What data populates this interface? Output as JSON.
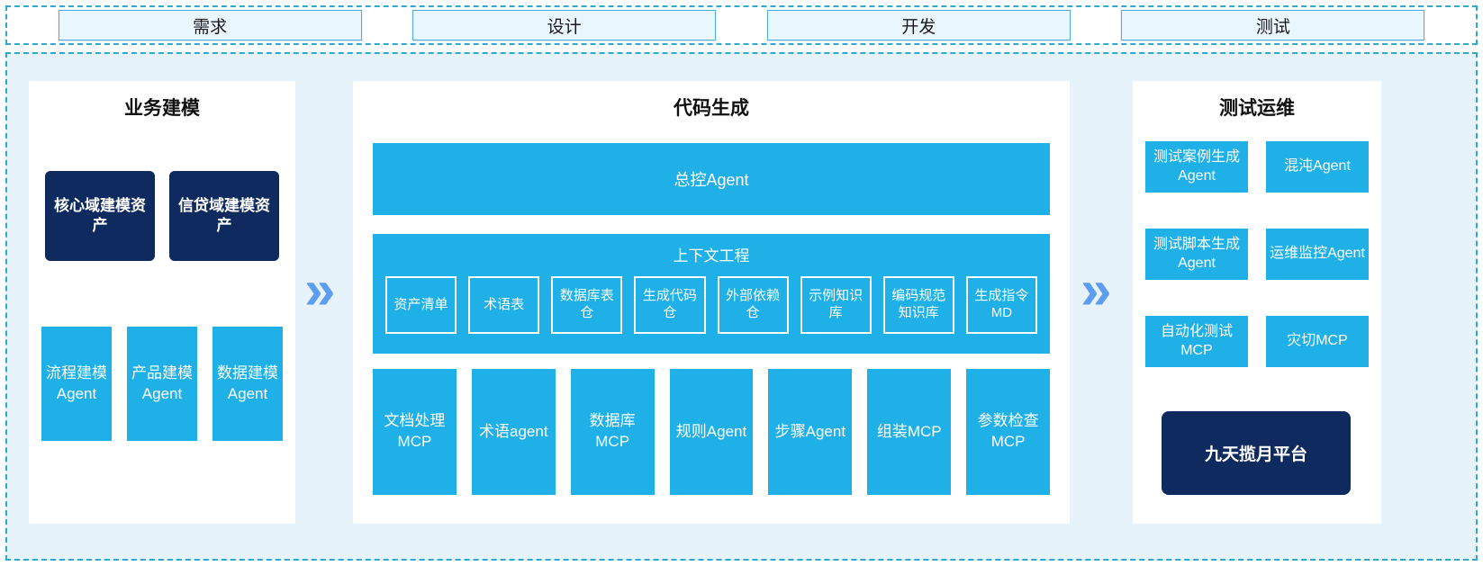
{
  "colors": {
    "cyan": "#1fb0e8",
    "navy": "#0e2a5e",
    "dash": "#2fa9ce",
    "mainbg": "#e6f3fa",
    "phasebg": "#eaf6fd",
    "phaseborder": "#4fabdb",
    "arrow": "#5e9cf0"
  },
  "phases": [
    {
      "label": "需求"
    },
    {
      "label": "设计"
    },
    {
      "label": "开发"
    },
    {
      "label": "测试"
    }
  ],
  "arrow": {
    "glyph": "»"
  },
  "business": {
    "title": "业务建模",
    "assets": [
      "核心域建模资产",
      "信贷域建模资产"
    ],
    "agents": [
      "流程建模Agent",
      "产品建模Agent",
      "数据建模Agent"
    ]
  },
  "codegen": {
    "title": "代码生成",
    "master": "总控Agent",
    "context": {
      "title": "上下文工程",
      "items": [
        "资产清单",
        "术语表",
        "数据库表仓",
        "生成代码仓",
        "外部依赖仓",
        "示例知识库",
        "编码规范知识库",
        "生成指令MD"
      ]
    },
    "tools": [
      "文档处理MCP",
      "术语agent",
      "数据库MCP",
      "规则Agent",
      "步骤Agent",
      "组装MCP",
      "参数检查MCP"
    ]
  },
  "testops": {
    "title": "测试运维",
    "agents": [
      "测试案例生成Agent",
      "混沌Agent",
      "测试脚本生成Agent",
      "运维监控Agent",
      "自动化测试MCP",
      "灾切MCP"
    ],
    "platform": "九天揽月平台"
  }
}
